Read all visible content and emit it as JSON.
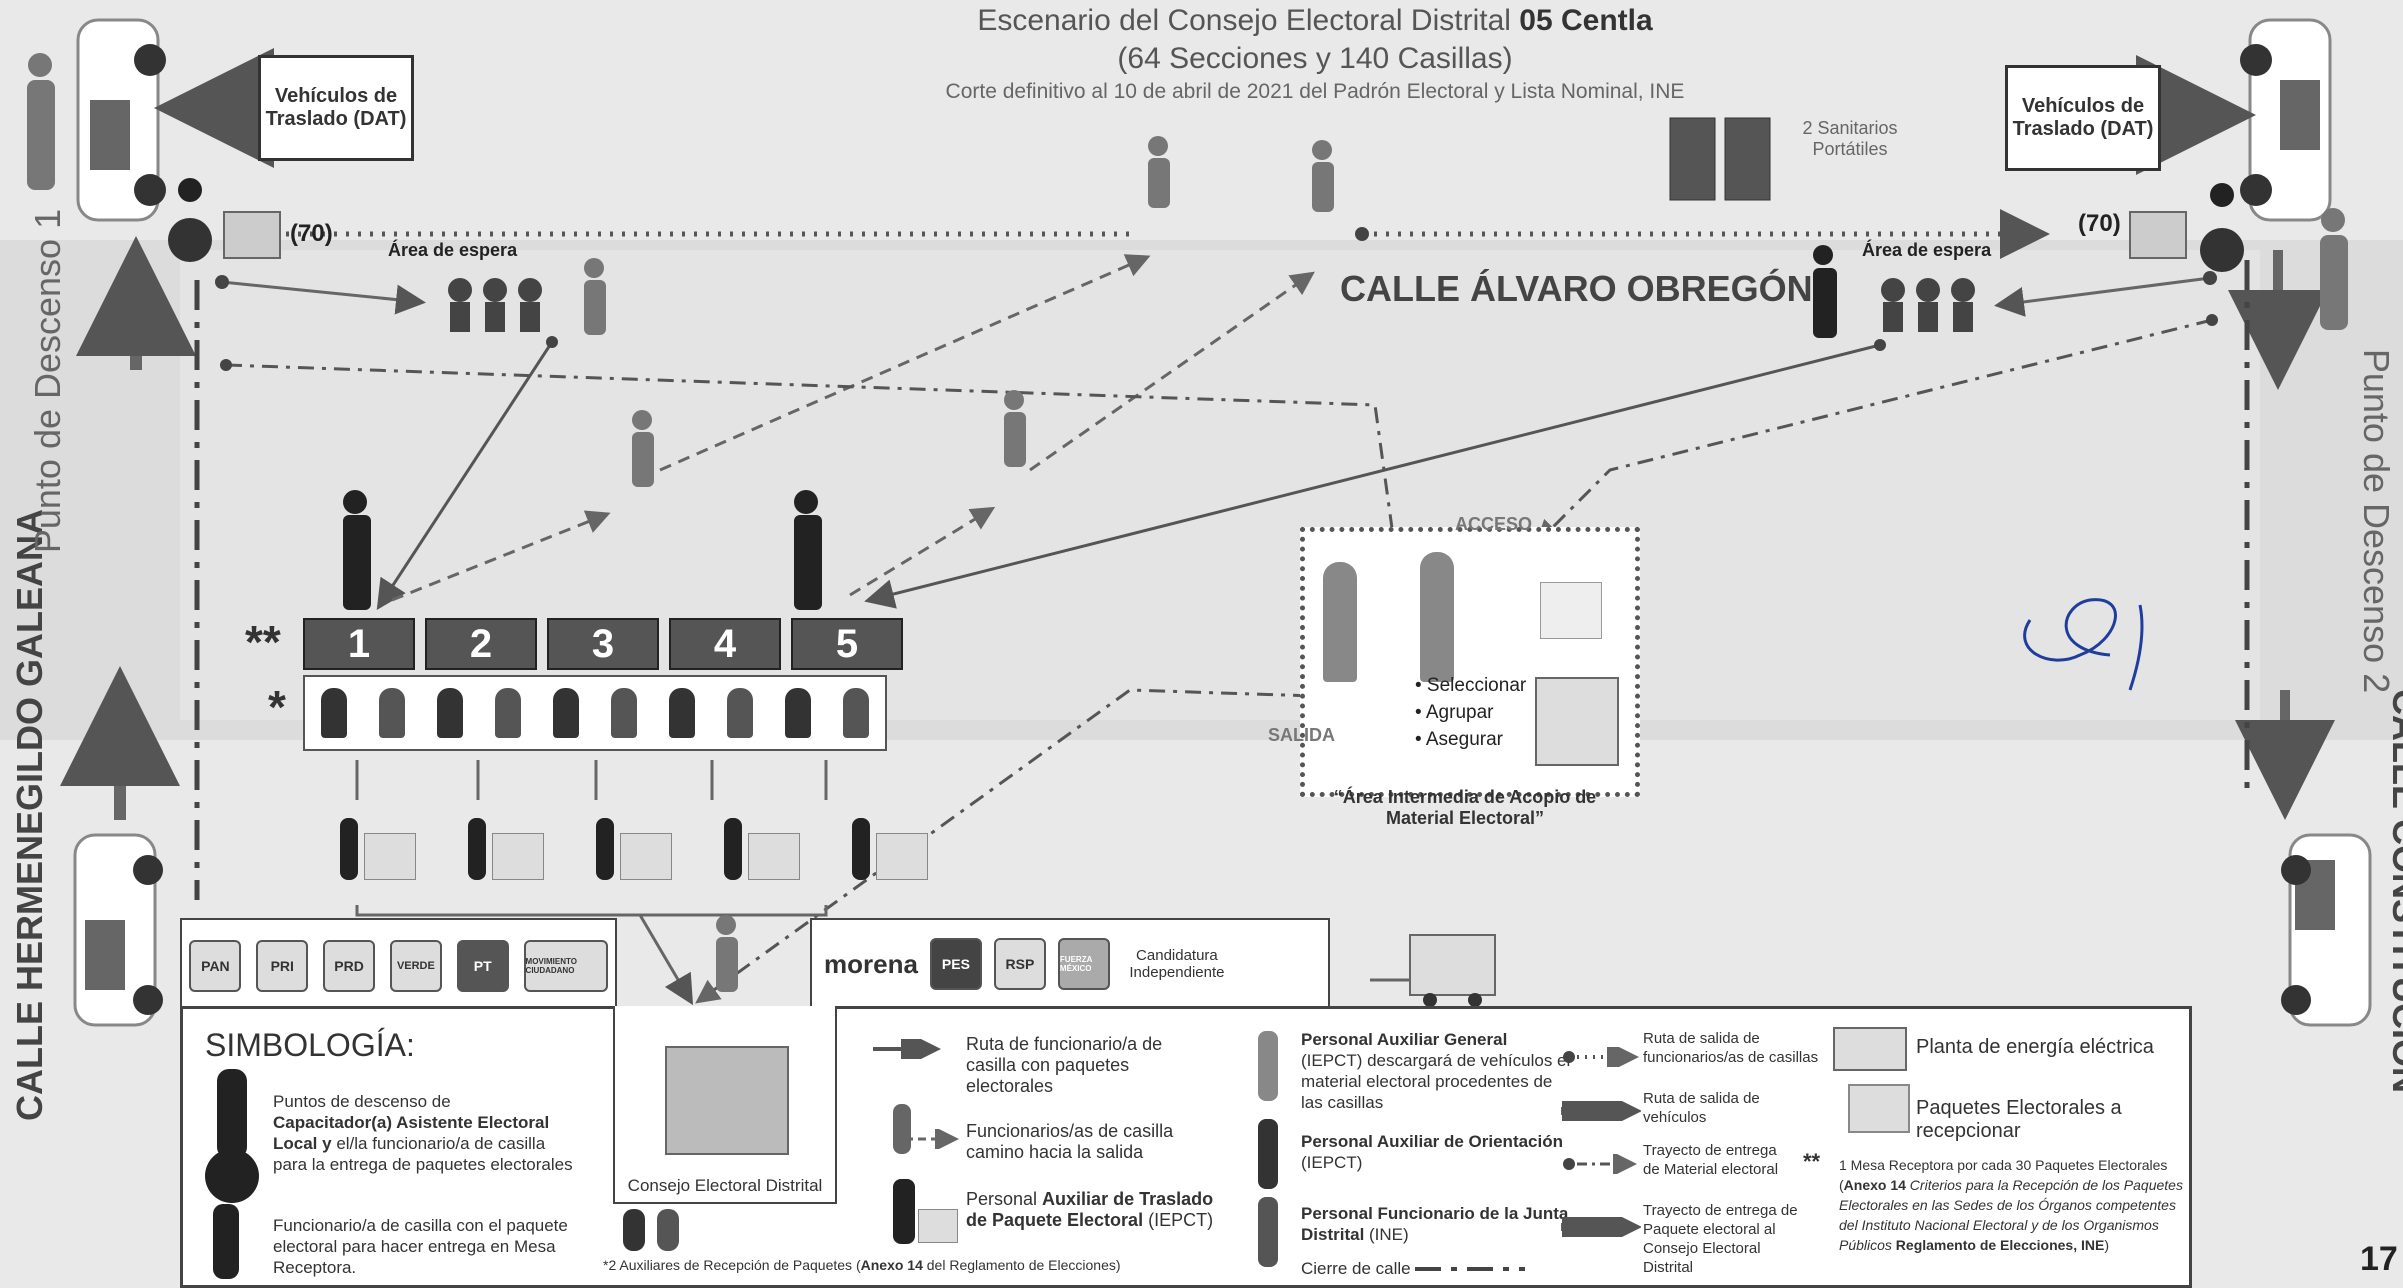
{
  "header": {
    "title": "Escenario del Consejo Electoral Distrital",
    "title_bold": "05 Centla",
    "subtitle": "(64 Secciones y 140 Casillas)",
    "corte": "Corte definitivo al 10 de abril de 2021 del Padrón Electoral y Lista  Nominal, INE"
  },
  "vehicles": {
    "left_label": "Vehículos de Traslado (DAT)",
    "right_label": "Vehículos de Traslado (DAT)"
  },
  "streets": {
    "left": "CALLE HERMENEGILDO GALEANA",
    "right": "CALLE CONSTITUCIÓN",
    "top": "CALLE ÁLVARO OBREGÓN"
  },
  "descenso": {
    "left": "Punto de Descenso 1",
    "right": "Punto de Descenso 2"
  },
  "sanitarios": "2 Sanitarios Portátiles",
  "espera": {
    "left": "Área de espera",
    "right": "Área de espera",
    "count_left": "(70)",
    "count_right": "(70)"
  },
  "mesas": {
    "numbers": [
      "1",
      "2",
      "3",
      "4",
      "5"
    ],
    "double_star": "**",
    "single_star": "*"
  },
  "acopio": {
    "acceso": "ACCESO",
    "salida": "SALIDA",
    "steps": [
      "• Seleccionar",
      "• Agrupar",
      "• Asegurar"
    ],
    "title": "“Área Intermedia de Acopio de Material Electoral”"
  },
  "parties_left": [
    "PAN",
    "PRI",
    "PRD",
    "VERDE",
    "PT",
    "MOVIMIENTO CIUDADANO"
  ],
  "parties_right": {
    "morena": "morena",
    "pes": "PES",
    "rsp": "RSP",
    "fxm": "FUERZA MÉXICO",
    "independiente": "Candidatura Independiente"
  },
  "consejo": "Consejo Electoral Distrital",
  "legend": {
    "title": "SIMBOLOGÍA:",
    "col1": [
      {
        "pre": "Puntos de descenso de ",
        "bold": "Capacitador(a) Asistente Electoral Local y",
        "post": " el/la funcionario/a de casilla para la entrega de paquetes electorales"
      },
      {
        "pre": "Funcionario/a de casilla con el paquete electoral para hacer entrega en Mesa Receptora.",
        "bold": "",
        "post": ""
      }
    ],
    "auxiliares": {
      "pre": "2 Auxiliares de Recepción de Paquetes (",
      "bold": "Anexo 14",
      "post": " del Reglamento de Elecciones)"
    },
    "col2": [
      "Ruta de funcionario/a de casilla con paquetes electorales",
      "Funcionarios/as de casilla camino hacia la salida"
    ],
    "traslado": {
      "pre": "Personal ",
      "bold": "Auxiliar de Traslado de Paquete Electoral",
      "post": " (IEPCT)"
    },
    "col3": [
      {
        "bold": "Personal Auxiliar General",
        "post": " (IEPCT) descargará de vehículos el material electoral procedentes de las casillas"
      },
      {
        "bold": "Personal Auxiliar de Orientación",
        "post": " (IEPCT)"
      },
      {
        "bold": "Personal Funcionario de la Junta Distrital",
        "post": " (INE)"
      }
    ],
    "cierre": "Cierre de calle",
    "col4": [
      "Ruta de salida de funcionarios/as de casillas",
      "Ruta de salida de vehículos",
      "Trayecto de entrega de Material electoral",
      "Trayecto de entrega de Paquete electoral al Consejo Electoral Distrital"
    ],
    "planta": "Planta de energía eléctrica",
    "paquetes": "Paquetes Electorales a recepcionar",
    "nota_stars": "**",
    "nota": {
      "pre": "1 Mesa Receptora por cada 30 Paquetes Electorales (",
      "bold1": "Anexo 14",
      "mid": " Criterios para la Recepción de los Paquetes Electorales en las Sedes de los Órganos competentes del Instituto Nacional Electoral y de los Organismos Públicos",
      "bold2": " Reglamento de Elecciones, INE",
      "post": ")"
    }
  },
  "page_number": "17",
  "colors": {
    "accent": "#555555",
    "route_dark": "#444444",
    "bg": "#e9e9e9"
  }
}
